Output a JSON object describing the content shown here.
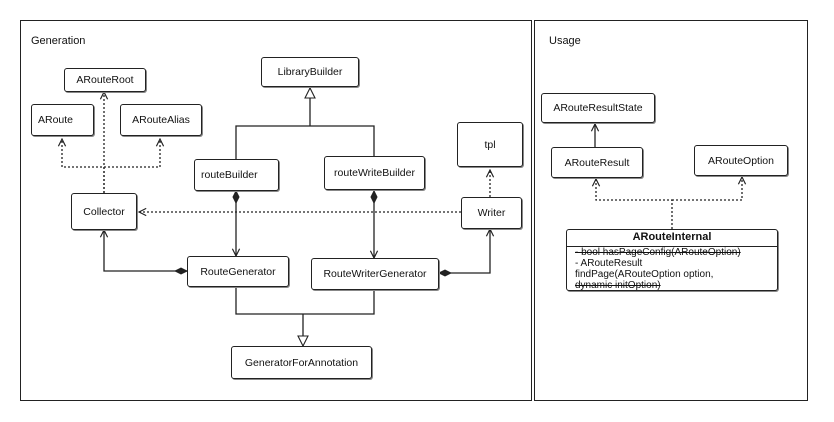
{
  "panels": {
    "generation": {
      "title": "Generation"
    },
    "usage": {
      "title": "Usage"
    }
  },
  "generation": {
    "nodes": {
      "aroute_root": "ARouteRoot",
      "aroute": "ARoute",
      "aroute_alias": "ARouteAlias",
      "library_builder": "LibraryBuilder",
      "tpl": "tpl",
      "route_builder": "routeBuilder",
      "route_write_builder": "routeWriteBuilder",
      "collector": "Collector",
      "writer": "Writer",
      "route_generator": "RouteGenerator",
      "route_writer_generator": "RouteWriterGenerator",
      "generator_for_annotation": "GeneratorForAnnotation"
    }
  },
  "usage": {
    "nodes": {
      "aroute_result_state": "ARouteResultState",
      "aroute_result": "ARouteResult",
      "aroute_option": "ARouteOption"
    },
    "internal_class": {
      "name": "ARouteInternal",
      "members": [
        "- bool hasPageConfig(ARouteOption)",
        "- ARouteResult",
        "findPage(ARouteOption option,",
        "dynamic initOption)"
      ]
    }
  },
  "colors": {
    "stroke": "#222222",
    "shadow": "#888888",
    "background": "#ffffff"
  }
}
